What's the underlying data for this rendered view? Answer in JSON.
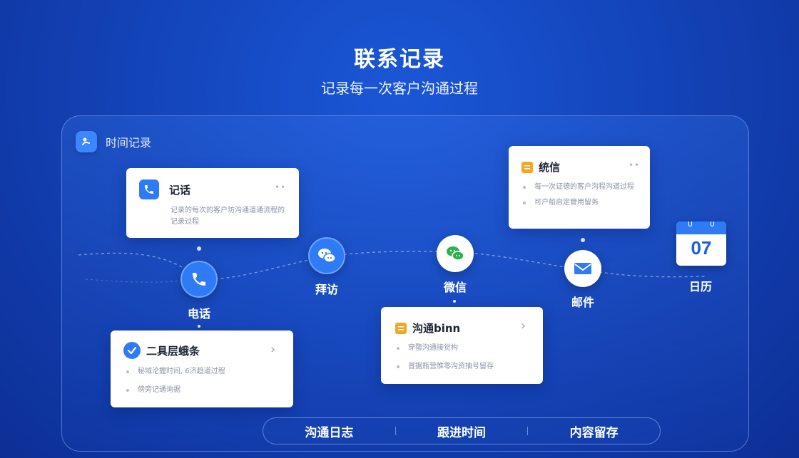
{
  "header": {
    "title": "联系记录",
    "subtitle": "记录每一次客户沟通过程"
  },
  "panel": {
    "label": "时间记录"
  },
  "nodes": [
    {
      "label": "电话",
      "icon": "phone-icon"
    },
    {
      "label": "拜访",
      "icon": "chat-bubbles-icon"
    },
    {
      "label": "微信",
      "icon": "wechat-icon"
    },
    {
      "label": "邮件",
      "icon": "mail-icon"
    },
    {
      "label": "日历",
      "icon": "calendar-icon"
    }
  ],
  "calendar": {
    "day": "07"
  },
  "cards": {
    "phone": {
      "title": "记话",
      "text": "记录的每次的客户坊沟通道通流程的记录过程"
    },
    "tasks": {
      "title": "二具层蛾条",
      "items": [
        "秘域沦握时间, 6济趋道过程",
        "傍旁记通询据"
      ]
    },
    "communication": {
      "title": "沟通binn",
      "items": [
        "穿螯沟通接觉构",
        "普据瓶营惟零沟资抽号留存"
      ]
    },
    "message": {
      "title": "统信",
      "items": [
        "每一次证德的客户沟程沟道过程",
        "可户船启定管用留务"
      ]
    }
  },
  "bottom_bar": {
    "items": [
      "沟通日志",
      "跟进时间",
      "内容留存"
    ]
  },
  "colors": {
    "accent": "#2f7bf5",
    "orange": "#f5a623",
    "background": "#1446bd"
  }
}
